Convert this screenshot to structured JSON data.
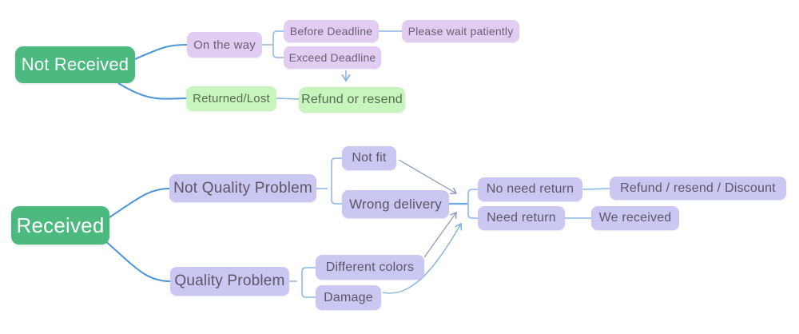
{
  "diagram": {
    "nodes": {
      "not_received": {
        "label": "Not Received"
      },
      "on_the_way": {
        "label": "On the way"
      },
      "before_deadline": {
        "label": "Before Deadline"
      },
      "exceed_deadline": {
        "label": "Exceed Deadline"
      },
      "please_wait_patiently": {
        "label": "Please wait patiently"
      },
      "returned_lost": {
        "label": "Returned/Lost"
      },
      "refund_or_resend": {
        "label": "Refund or resend"
      },
      "received": {
        "label": "Received"
      },
      "not_quality_problem": {
        "label": "Not Quality Problem"
      },
      "not_fit": {
        "label": "Not fit"
      },
      "wrong_delivery": {
        "label": "Wrong delivery"
      },
      "quality_problem": {
        "label": "Quality Problem"
      },
      "different_colors": {
        "label": "Different colors"
      },
      "damage": {
        "label": "Damage"
      },
      "no_need_return": {
        "label": "No need return"
      },
      "refund_resend_discount": {
        "label": "Refund / resend / Discount"
      },
      "need_return": {
        "label": "Need return"
      },
      "we_received": {
        "label": "We received"
      }
    },
    "edges": [
      {
        "from": "Not Received",
        "to": "On the way"
      },
      {
        "from": "Not Received",
        "to": "Returned/Lost"
      },
      {
        "from": "On the way",
        "to": "Before Deadline"
      },
      {
        "from": "On the way",
        "to": "Exceed Deadline"
      },
      {
        "from": "Before Deadline",
        "to": "Please wait patiently"
      },
      {
        "from": "Exceed Deadline",
        "to": "Refund or resend",
        "style": "arrow"
      },
      {
        "from": "Returned/Lost",
        "to": "Refund or resend"
      },
      {
        "from": "Received",
        "to": "Not Quality Problem"
      },
      {
        "from": "Received",
        "to": "Quality Problem"
      },
      {
        "from": "Not Quality Problem",
        "to": "Not fit"
      },
      {
        "from": "Not Quality Problem",
        "to": "Wrong delivery"
      },
      {
        "from": "Quality Problem",
        "to": "Different colors"
      },
      {
        "from": "Quality Problem",
        "to": "Damage"
      },
      {
        "from": "Not fit",
        "to": "return-junction",
        "style": "arrow"
      },
      {
        "from": "Wrong delivery",
        "to": "return-junction"
      },
      {
        "from": "Different colors",
        "to": "return-junction",
        "style": "arrow"
      },
      {
        "from": "Damage",
        "to": "return-junction",
        "style": "arrow"
      },
      {
        "from": "return-junction",
        "to": "No need return"
      },
      {
        "from": "return-junction",
        "to": "Need return"
      },
      {
        "from": "No need return",
        "to": "Refund / resend / Discount"
      },
      {
        "from": "Need return",
        "to": "We received"
      }
    ],
    "colors": {
      "root_green": "#4cba7f",
      "root_text": "#ffffff",
      "lavender_box": "#e1cdf1",
      "periwinkle_box": "#cac7f2",
      "light_green_box": "#c8f4bd",
      "box_text": "#5b5766",
      "connector_strong_blue": "#4b94dd",
      "connector_light_blue": "#8ab6e8",
      "arrow_gray_blue": "#8898bd"
    }
  }
}
